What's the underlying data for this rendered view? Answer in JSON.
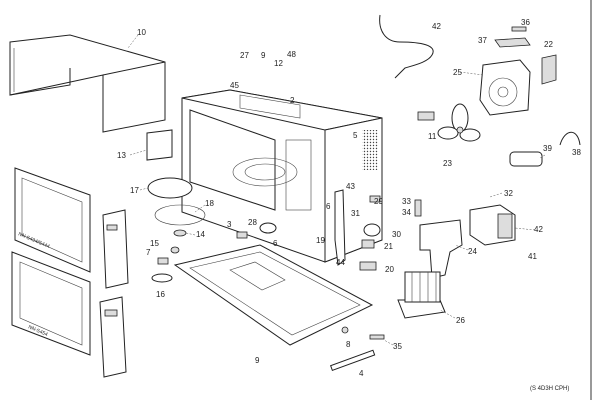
{
  "diagram": {
    "type": "exploded-parts-view",
    "labels": [
      "10",
      "27",
      "9",
      "12",
      "48",
      "45",
      "2",
      "13",
      "17",
      "42",
      "36",
      "37",
      "22",
      "25",
      "5",
      "11",
      "23",
      "39",
      "38",
      "32",
      "18",
      "3",
      "28",
      "14",
      "15",
      "7",
      "16",
      "6",
      "9",
      "6",
      "43",
      "29",
      "31",
      "30",
      "19",
      "21",
      "44",
      "20",
      "33",
      "34",
      "24",
      "26",
      "8",
      "35",
      "4",
      "42",
      "41"
    ],
    "footer_code": "(S 4D3H CPH)",
    "door_model_text": [
      "NN-S434/S444",
      "NN-S454"
    ]
  }
}
